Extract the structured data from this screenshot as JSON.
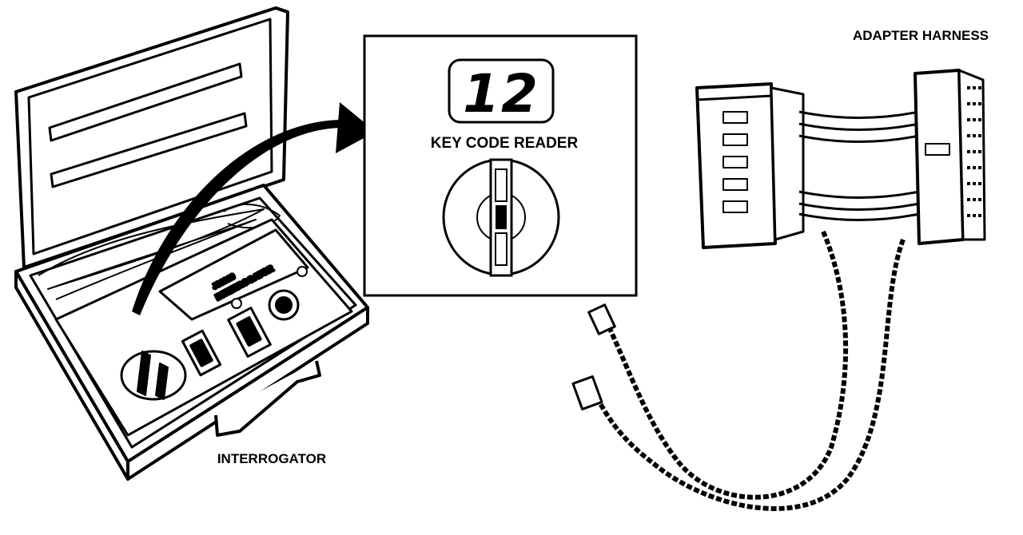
{
  "labels": {
    "interrogator": "INTERROGATOR",
    "adapter_harness": "ADAPTER HARNESS",
    "key_code_reader": "KEY CODE READER",
    "display_value": "12"
  },
  "panel_text": {
    "model": "J31910",
    "name": "INTERROGATOR"
  }
}
